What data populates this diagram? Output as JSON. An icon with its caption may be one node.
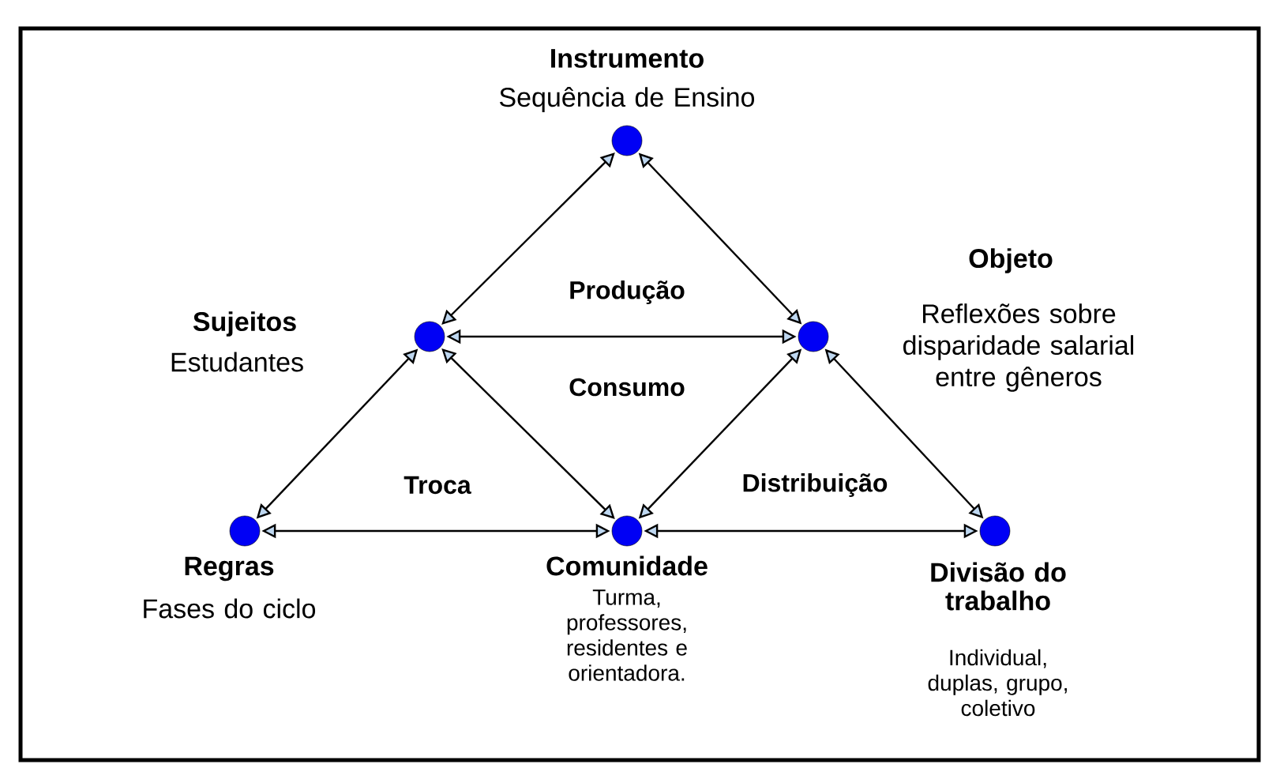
{
  "diagram": {
    "nodes": [
      {
        "text": [
          "Instrumento",
          "Sequência de Ensino"
        ]
      },
      {
        "text": [
          "Sujeitos",
          "Estudantes"
        ]
      },
      {
        "text": [
          "Objeto",
          "Reflexões sobre disparidade salarial entre gêneros"
        ]
      },
      {
        "text": [
          "Regras",
          "Fases do ciclo"
        ]
      },
      {
        "text": [
          "Comunidade",
          "Turma, professores, residentes e orientadora."
        ]
      },
      {
        "text": [
          "Divisão do trabalho",
          "Individual, duplas, grupo, coletivo"
        ]
      }
    ],
    "edges": [
      {
        "from": 0,
        "to": 1,
        "arrow": "both"
      },
      {
        "from": 0,
        "to": 2,
        "arrow": "both"
      },
      {
        "from": 1,
        "to": 2,
        "arrow": "both"
      },
      {
        "from": 1,
        "to": 3,
        "arrow": "both"
      },
      {
        "from": 1,
        "to": 4,
        "arrow": "both"
      },
      {
        "from": 2,
        "to": 4,
        "arrow": "both"
      },
      {
        "from": 2,
        "to": 5,
        "arrow": "both"
      },
      {
        "from": 3,
        "to": 4,
        "arrow": "both"
      },
      {
        "from": 4,
        "to": 5,
        "arrow": "both"
      }
    ],
    "labels": [
      "Produção",
      "Consumo",
      "Troca",
      "Distribuição"
    ]
  }
}
